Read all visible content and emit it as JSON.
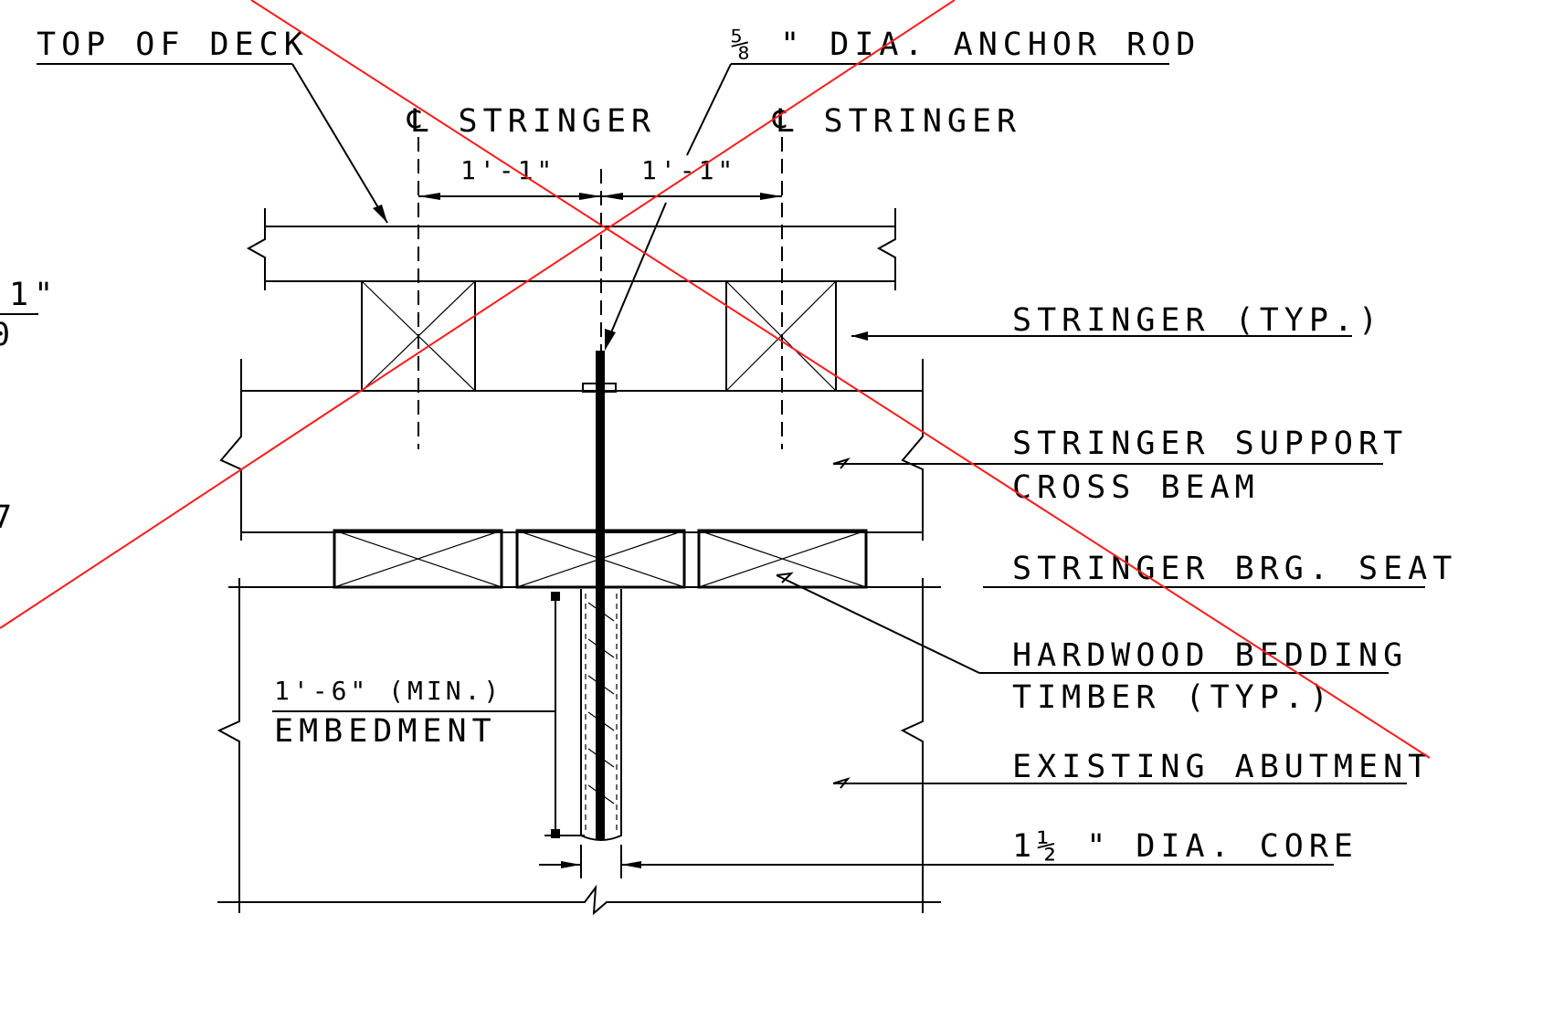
{
  "labels": {
    "top_of_deck": "TOP OF DECK",
    "anchor_rod": "⅝ \" DIA. ANCHOR ROD",
    "cl_stringer_left": "℄ STRINGER",
    "cl_stringer_right": "℄ STRINGER",
    "dim_left": "1'-1\"",
    "dim_right": "1'-1\"",
    "stringer_typ": "STRINGER (TYP.)",
    "stringer_support_1": "STRINGER SUPPORT",
    "stringer_support_2": "CROSS BEAM",
    "brg_seat": "STRINGER BRG. SEAT",
    "bedding_1": "HARDWOOD BEDDING",
    "bedding_2": "TIMBER (TYP.)",
    "embed_1": "1'-6\" (MIN.)",
    "embed_2": "EMBEDMENT",
    "abutment": "EXISTING ABUTMENT",
    "core": "1½ \" DIA. CORE",
    "frag_1": "1\"",
    "frag_2": "0",
    "frag_3": "7"
  },
  "colors": {
    "ink": "#000000",
    "void_cross": "#ff1a1a",
    "background": "#ffffff"
  }
}
